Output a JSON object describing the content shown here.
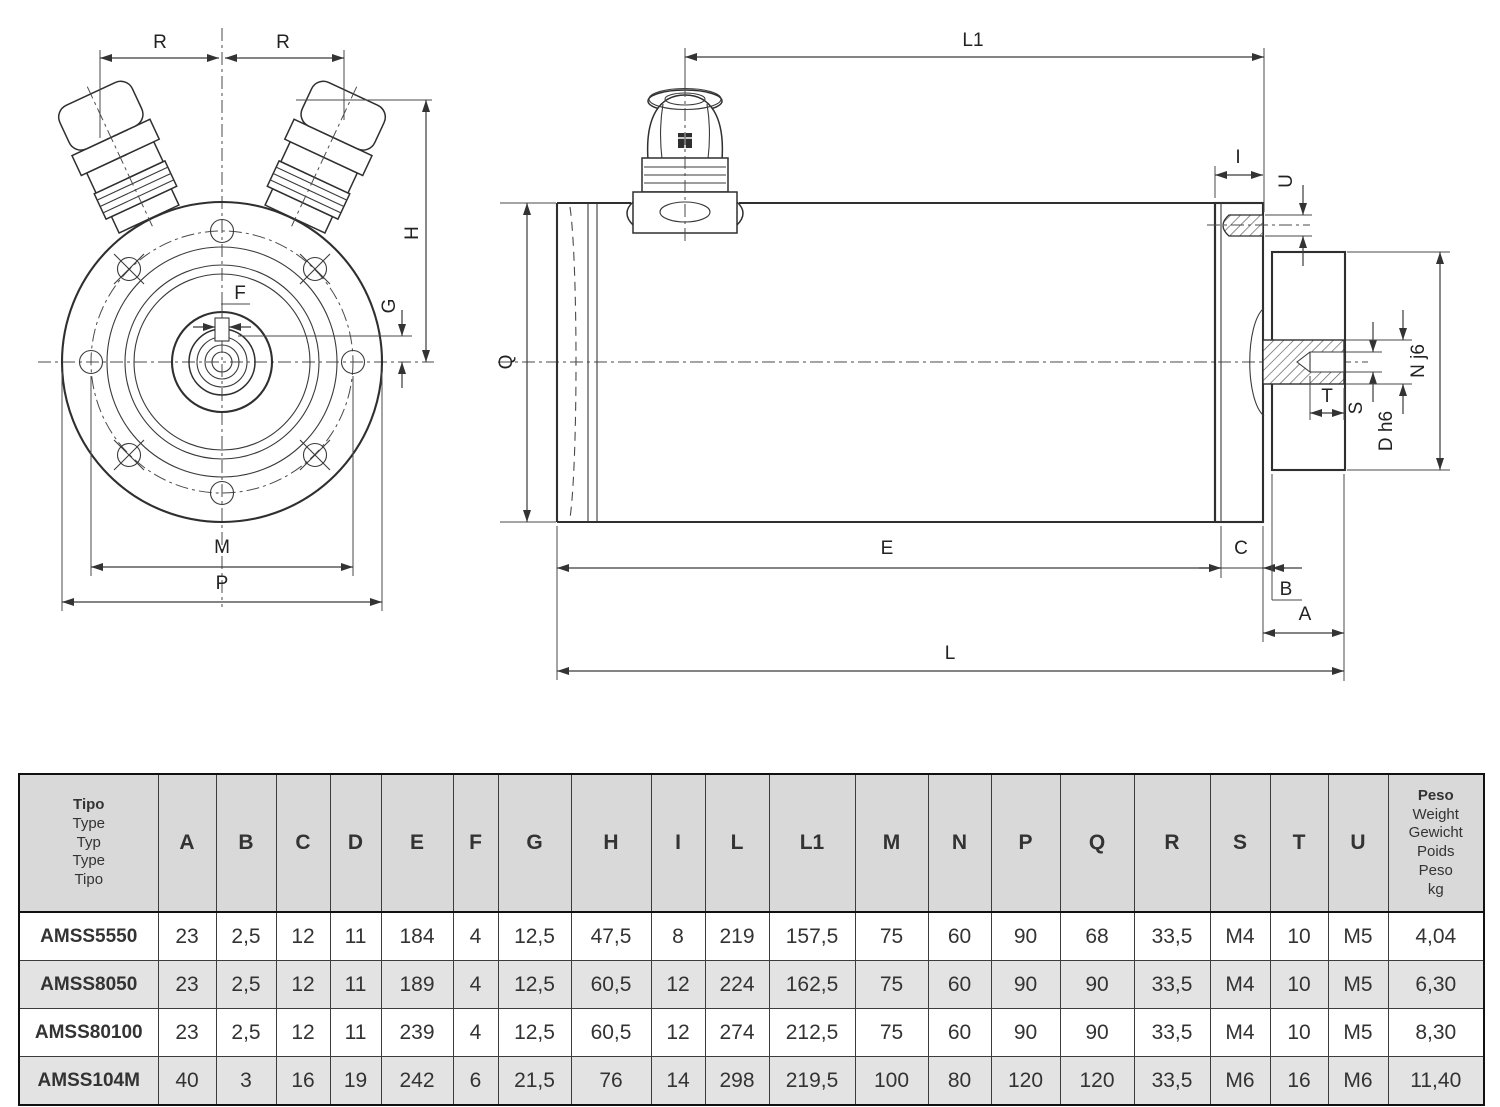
{
  "drawing": {
    "front_view": {
      "labels": {
        "r_left": "R",
        "r_right": "R",
        "h": "H",
        "g": "G",
        "f": "F",
        "m": "M",
        "p": "P"
      }
    },
    "side_view": {
      "labels": {
        "l1": "L1",
        "i": "I",
        "u": "U",
        "q": "Q",
        "n_j6": "N j6",
        "t": "T",
        "s": "S",
        "d_h6": "D h6",
        "e": "E",
        "c": "C",
        "b": "B",
        "a": "A",
        "l": "L"
      }
    }
  },
  "table": {
    "type_header": {
      "primary": "Tipo",
      "rest": "Type\nTyp\nType\nTipo"
    },
    "weight_header": {
      "primary": "Peso",
      "rest": "Weight\nGewicht\nPoids\nPeso\nkg"
    },
    "columns": [
      "A",
      "B",
      "C",
      "D",
      "E",
      "F",
      "G",
      "H",
      "I",
      "L",
      "L1",
      "M",
      "N",
      "P",
      "Q",
      "R",
      "S",
      "T",
      "U"
    ],
    "rows": [
      {
        "type": "AMSS5550",
        "values": [
          "23",
          "2,5",
          "12",
          "11",
          "184",
          "4",
          "12,5",
          "47,5",
          "8",
          "219",
          "157,5",
          "75",
          "60",
          "90",
          "68",
          "33,5",
          "M4",
          "10",
          "M5",
          "4,04"
        ]
      },
      {
        "type": "AMSS8050",
        "values": [
          "23",
          "2,5",
          "12",
          "11",
          "189",
          "4",
          "12,5",
          "60,5",
          "12",
          "224",
          "162,5",
          "75",
          "60",
          "90",
          "90",
          "33,5",
          "M4",
          "10",
          "M5",
          "6,30"
        ]
      },
      {
        "type": "AMSS80100",
        "values": [
          "23",
          "2,5",
          "12",
          "11",
          "239",
          "4",
          "12,5",
          "60,5",
          "12",
          "274",
          "212,5",
          "75",
          "60",
          "90",
          "90",
          "33,5",
          "M4",
          "10",
          "M5",
          "8,30"
        ]
      },
      {
        "type": "AMSS104M",
        "values": [
          "40",
          "3",
          "16",
          "19",
          "242",
          "6",
          "21,5",
          "76",
          "14",
          "298",
          "219,5",
          "100",
          "80",
          "120",
          "120",
          "33,5",
          "M6",
          "16",
          "M6",
          "11,40"
        ]
      }
    ]
  }
}
